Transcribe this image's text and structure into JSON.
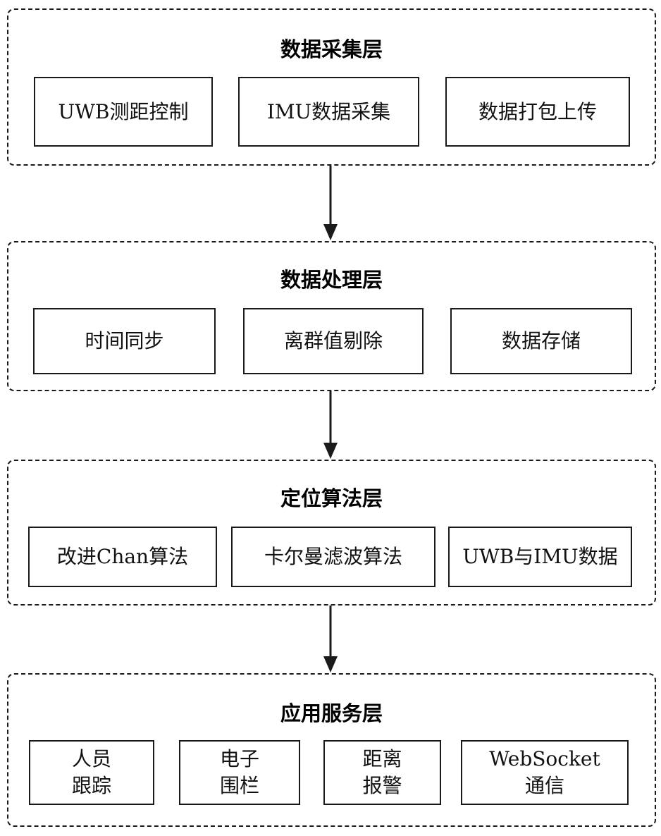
{
  "layers": [
    {
      "title": "数据采集层",
      "items": [
        "UWB测距控制",
        "IMU数据采集",
        "数据打包上传"
      ]
    },
    {
      "title": "数据处理层",
      "items": [
        "时间同步",
        "离群值剔除",
        "数据存储"
      ]
    },
    {
      "title": "定位算法层",
      "items": [
        "改进Chan算法",
        "卡尔曼滤波算法",
        "UWB与IMU数据"
      ]
    },
    {
      "title": "应用服务层",
      "items": [
        "人员\n跟踪",
        "电子\n围栏",
        "距离\n报警",
        "WebSocket\n通信"
      ]
    }
  ]
}
